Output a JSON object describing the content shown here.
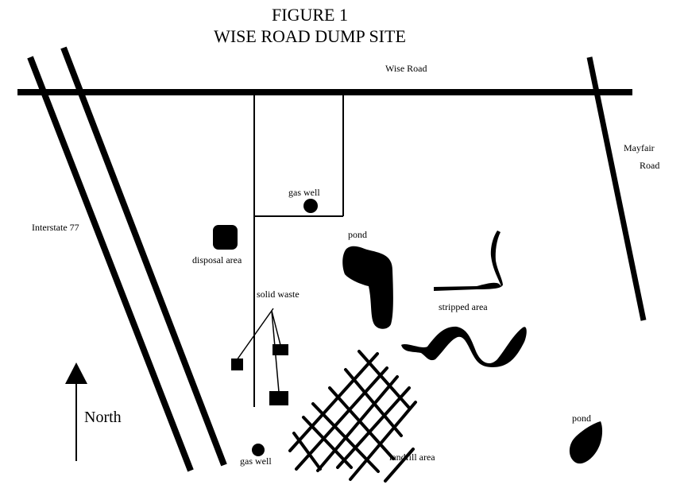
{
  "title": {
    "line1": "FIGURE 1",
    "line2": "WISE ROAD DUMP SITE"
  },
  "labels": {
    "wise_road": "Wise Road",
    "mayfair": "Mayfair",
    "mayfair_road": "Road",
    "interstate": "Interstate 77",
    "gas_well_north": "gas well",
    "gas_well_south": "gas well",
    "disposal_area": "disposal area",
    "solid_waste": "solid waste",
    "pond_central": "pond",
    "pond_east": "pond",
    "stripped_area": "stripped area",
    "landfill_area": "landfill area",
    "north": "North"
  },
  "colors": {
    "ink": "#000000",
    "background": "#ffffff"
  }
}
